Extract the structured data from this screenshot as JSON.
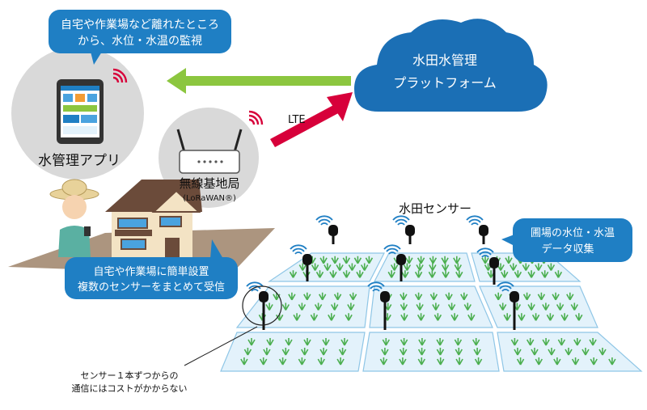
{
  "bubble_remote": {
    "line1": "自宅や作業場など離れたところ",
    "line2": "から、水位・水温の監視"
  },
  "app": {
    "label": "水管理アプリ"
  },
  "cloud": {
    "line1": "水田水管理",
    "line2": "プラットフォーム"
  },
  "lte": {
    "label": "LTE"
  },
  "base_station": {
    "label": "無線基地局",
    "sub": "(LoRaWAN®)"
  },
  "sensors": {
    "title": "水田センサー"
  },
  "bubble_collect": {
    "line1": "圃場の水位・水温",
    "line2": "データ収集"
  },
  "bubble_install": {
    "line1": "自宅や作業場に簡単設置",
    "line2": "複数のセンサーをまとめて受信"
  },
  "note": {
    "line1": "センサー１本ずつからの",
    "line2": "通信にはコストがかからない"
  },
  "colors": {
    "blue": "#1f7fc4",
    "cloud": "#1b6fb5",
    "green_arrow": "#8cc63f",
    "red_arrow": "#d7003a",
    "paddy": "#e3f2fb",
    "paddy_edge": "#8fc6e6",
    "grass": "#4caf50",
    "soil": "#9e8268",
    "circle_gray": "#d9d9d9"
  },
  "icons": [
    "tablet-icon",
    "router-icon",
    "house-icon",
    "farmer-icon",
    "sensor-icon",
    "wifi-icon",
    "cloud-icon"
  ]
}
